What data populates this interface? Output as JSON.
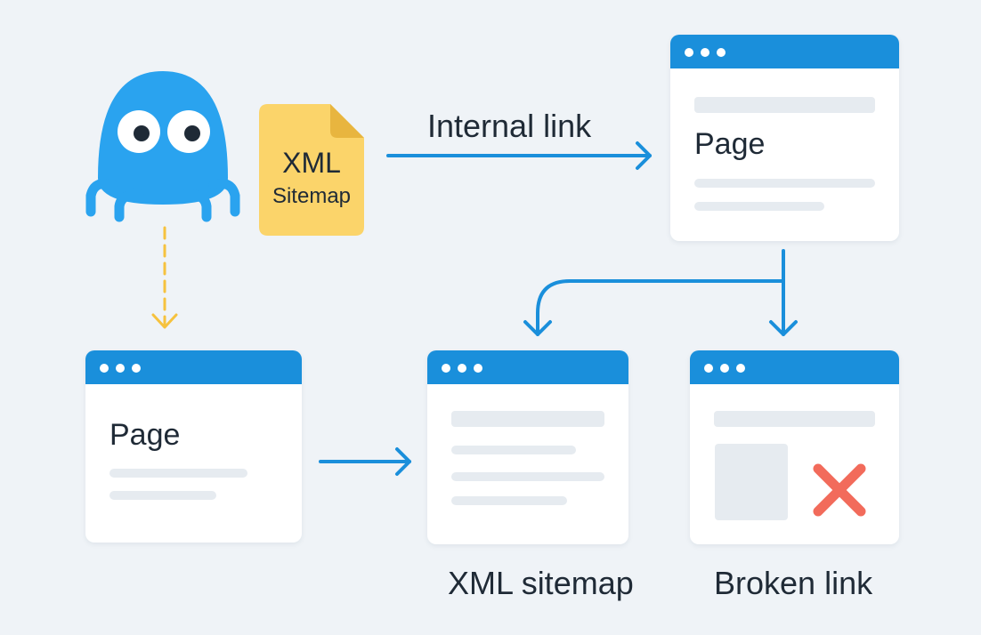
{
  "labels": {
    "internal_link": "Internal link",
    "page_top": "Page",
    "page_left": "Page",
    "xml_sitemap": "XML sitemap",
    "broken_link": "Broken link"
  },
  "sitemap_file": {
    "line1": "XML",
    "line2": "Sitemap"
  },
  "icons": {
    "mascot": "crawler-bot-icon",
    "file": "xml-sitemap-file-icon",
    "broken": "red-x-icon"
  },
  "colors": {
    "background": "#eff3f7",
    "accent_blue": "#1a8fdb",
    "mascot_blue": "#2aa3ef",
    "file_yellow": "#fbd46a",
    "dashed_yellow": "#f6c23e",
    "error_red": "#f26b5b"
  }
}
